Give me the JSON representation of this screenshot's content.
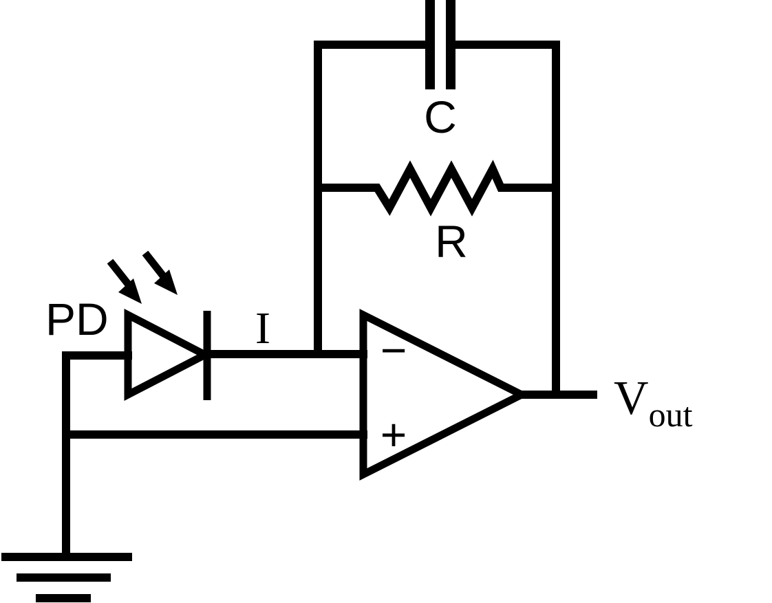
{
  "labels": {
    "capacitor": "C",
    "resistor": "R",
    "photodiode": "PD",
    "current": "I",
    "inverting_input": "−",
    "noninverting_input": "+",
    "output_main": "V",
    "output_sub": "out"
  }
}
